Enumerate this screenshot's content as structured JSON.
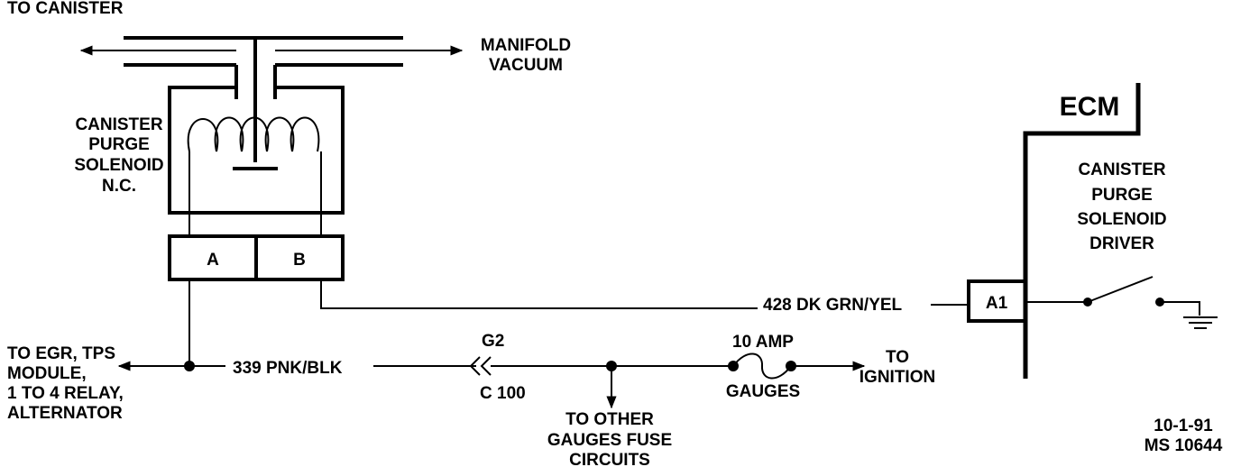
{
  "labels": {
    "to_canister": "TO CANISTER",
    "manifold_vacuum": [
      "MANIFOLD",
      "VACUUM"
    ],
    "solenoid": [
      "CANISTER",
      "PURGE",
      "SOLENOID",
      "N.C."
    ],
    "pin_a": "A",
    "pin_b": "B",
    "ecm": "ECM",
    "driver": [
      "CANISTER",
      "PURGE",
      "SOLENOID",
      "DRIVER"
    ],
    "ecm_pin": "A1",
    "wire_428": "428 DK GRN/YEL",
    "wire_339": "339 PNK/BLK",
    "to_egr": [
      "TO EGR, TPS",
      "MODULE,",
      "1 TO 4 RELAY,",
      "ALTERNATOR"
    ],
    "connector_g2": "G2",
    "connector_c100": "C 100",
    "to_other": [
      "TO OTHER",
      "GAUGES FUSE",
      "CIRCUITS"
    ],
    "fuse_rating": "10 AMP",
    "fuse_name": "GAUGES",
    "to_ignition": [
      "TO",
      "IGNITION"
    ],
    "date": "10-1-91",
    "ref": "MS 10644"
  }
}
